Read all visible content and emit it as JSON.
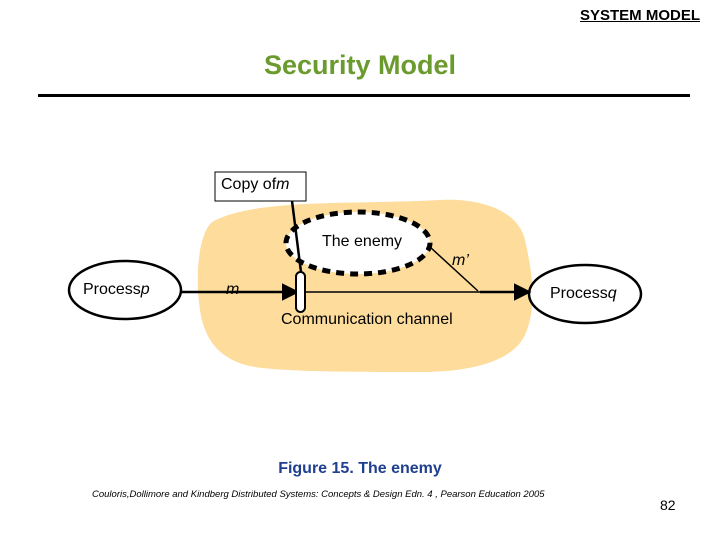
{
  "header": {
    "section": "SYSTEM MODEL",
    "title": "Security Model"
  },
  "diagram": {
    "copy_label": "Copy of",
    "copy_var": "m",
    "enemy_label": "The enemy",
    "process_p_label": "Process",
    "process_p_var": "p",
    "process_q_label": "Process",
    "process_q_var": "q",
    "message_m": "m",
    "message_m_prime": "m’",
    "channel_label": "Communication channel"
  },
  "footer": {
    "caption": "Figure 15. The enemy",
    "citation": "Couloris,Dollimore and Kindberg  Distributed Systems: Concepts & Design  Edn. 4 , Pearson Education 2005",
    "page": "82"
  },
  "colors": {
    "title": "#6b9a2e",
    "caption": "#1f3f8f",
    "channel_blob": "#fddc9c"
  }
}
